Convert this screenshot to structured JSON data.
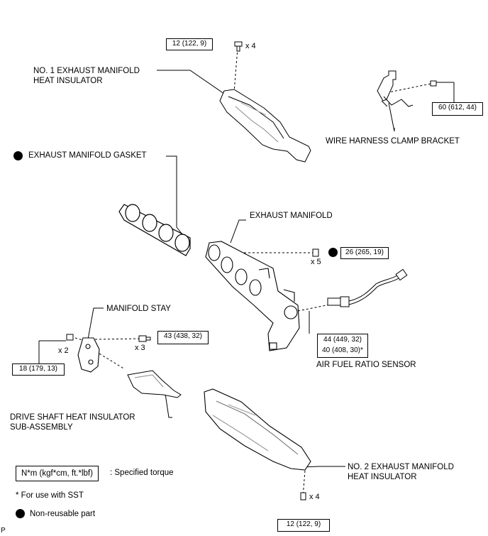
{
  "parts": {
    "no1_insulator": "NO. 1 EXHAUST MANIFOLD\nHEAT INSULATOR",
    "gasket": "EXHAUST MANIFOLD GASKET",
    "wire_bracket": "WIRE HARNESS CLAMP BRACKET",
    "exhaust_manifold": "EXHAUST MANIFOLD",
    "manifold_stay": "MANIFOLD STAY",
    "af_sensor": "AIR FUEL RATIO SENSOR",
    "drive_shaft_insulator": "DRIVE SHAFT HEAT INSULATOR\nSUB-ASSEMBLY",
    "no2_insulator": "NO. 2 EXHAUST MANIFOLD\nHEAT INSULATOR"
  },
  "torques": {
    "top_bolt": "12 (122, 9)",
    "bracket_bolt": "60 (612, 44)",
    "manifold_nut": "26 (265, 19)",
    "stay_bolt": "43 (438, 32)",
    "stay_nut": "18 (179, 13)",
    "sensor_a": "44 (449, 32)",
    "sensor_b": "40 (408, 30)*",
    "bottom_bolt": "12 (122, 9)"
  },
  "multipliers": {
    "top_bolt": "x 4",
    "manifold_nut": "x 5",
    "stay_nut": "x 2",
    "stay_bolt": "x 3",
    "bottom_bolt": "x 4"
  },
  "legend": {
    "torque_box": "N*m (kgf*cm, ft.*lbf)",
    "torque_text": ": Specified torque",
    "sst_note": "* For use with SST",
    "nonreusable": "Non-reusable part"
  },
  "corner_code": "P"
}
